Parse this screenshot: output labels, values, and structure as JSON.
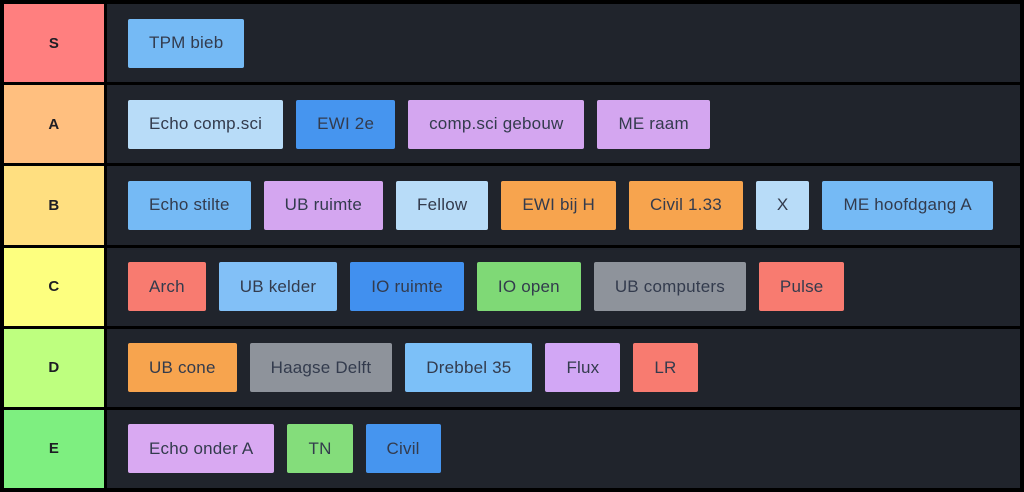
{
  "board": {
    "row_background": "#20242c",
    "border_color": "#000000",
    "item_text_color": "#333b4d",
    "tier_label_text_color": "#1d1d24"
  },
  "palette": {
    "blue_medium": "#75baf5",
    "blue_pale": "#b8dcf8",
    "blue_strong": "#4695ef",
    "plum": "#d4a6f0",
    "orange": "#f7a44e",
    "salmon": "#f87b70",
    "green": "#7fd976",
    "gray": "#8e939b"
  },
  "tiers": [
    {
      "label": "S",
      "color": "#ff7f7f",
      "items": [
        {
          "label": "TPM bieb",
          "color": "#75baf5"
        }
      ]
    },
    {
      "label": "A",
      "color": "#ffbf7f",
      "items": [
        {
          "label": "Echo comp.sci",
          "color": "#b8dcf8"
        },
        {
          "label": "EWI 2e",
          "color": "#4695ef"
        },
        {
          "label": "comp.sci gebouw",
          "color": "#d4a6f0"
        },
        {
          "label": "ME raam",
          "color": "#d4a6f0"
        }
      ]
    },
    {
      "label": "B",
      "color": "#ffdf80",
      "items": [
        {
          "label": "Echo stilte",
          "color": "#75baf5"
        },
        {
          "label": "UB ruimte",
          "color": "#d4a6f0"
        },
        {
          "label": "Fellow",
          "color": "#b8dcf8"
        },
        {
          "label": "EWI bij H",
          "color": "#f7a44e"
        },
        {
          "label": "Civil 1.33",
          "color": "#f7a44e"
        },
        {
          "label": "X",
          "color": "#b8dcf8"
        },
        {
          "label": "ME hoofdgang A",
          "color": "#75baf5"
        }
      ]
    },
    {
      "label": "C",
      "color": "#fdff7f",
      "items": [
        {
          "label": "Arch",
          "color": "#f87b70"
        },
        {
          "label": "UB kelder",
          "color": "#82c0f7"
        },
        {
          "label": "IO ruimte",
          "color": "#4190ef"
        },
        {
          "label": "IO open",
          "color": "#7fd976"
        },
        {
          "label": "UB computers",
          "color": "#8e939b"
        },
        {
          "label": "Pulse",
          "color": "#f87b70"
        }
      ]
    },
    {
      "label": "D",
      "color": "#beff7f",
      "items": [
        {
          "label": "UB cone",
          "color": "#f7a44e"
        },
        {
          "label": "Haagse Delft",
          "color": "#8e939b"
        },
        {
          "label": "Drebbel 35",
          "color": "#7cc0f8"
        },
        {
          "label": "Flux",
          "color": "#d2a7f5"
        },
        {
          "label": "LR",
          "color": "#f87b70"
        }
      ]
    },
    {
      "label": "E",
      "color": "#7eef80",
      "items": [
        {
          "label": "Echo onder A",
          "color": "#d9a9f2"
        },
        {
          "label": "TN",
          "color": "#84dd7b"
        },
        {
          "label": "Civil",
          "color": "#4695ef"
        }
      ]
    }
  ]
}
